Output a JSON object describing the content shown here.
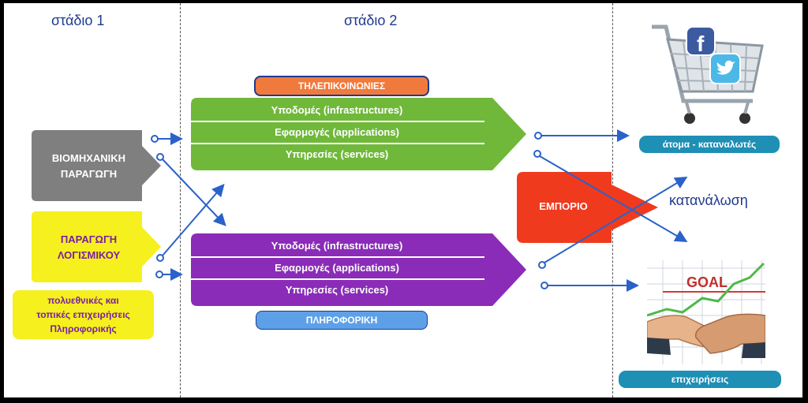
{
  "stages": {
    "stage1": "στάδιο 1",
    "stage2": "στάδιο 2"
  },
  "left": {
    "industrial": [
      "ΒΙΟΜΗΧΑΝΙΚΗ",
      "ΠΑΡΑΓΩΓΗ"
    ],
    "software": [
      "ΠΑΡΑΓΩΓΗ",
      "ΛΟΓΙΣΜΙΚΟΥ"
    ],
    "note": [
      "πολυεθνικές και",
      "τοπικές επιχειρήσεις",
      "Πληροφορικής"
    ]
  },
  "telecom": {
    "label": "ΤΗΛΕΠΙΚΟΙΝΩΝΙΕΣ",
    "rows": [
      "Υποδομές (infrastructures)",
      "Εφαρμογές (applications)",
      "Υπηρεσίες (services)"
    ]
  },
  "informatics": {
    "label": "ΠΛΗΡΟΦΟΡΙΚΗ",
    "rows": [
      "Υποδομές (infrastructures)",
      "Εφαρμογές (applications)",
      "Υπηρεσίες (services)"
    ]
  },
  "commerce": {
    "label": "ΕΜΠΟΡΙΟ",
    "consumption": "κατανάλωση"
  },
  "right": {
    "consumers": "άτομα - καταναλωτές",
    "businesses": "επιχειρήσεις",
    "goal_text": "GOAL",
    "social_f": "f"
  },
  "colors": {
    "gray": "#7f7f7f",
    "yellow": "#f5f01e",
    "green": "#70b83a",
    "purple": "#8a2cb8",
    "orange": "#f07a3c",
    "blue_pill": "#5ea0e8",
    "red": "#f03a1e",
    "accent": "#1f3a8f"
  },
  "icons": [
    "shopping-cart-icon",
    "facebook-icon",
    "twitter-icon",
    "handshake-goal-icon"
  ]
}
